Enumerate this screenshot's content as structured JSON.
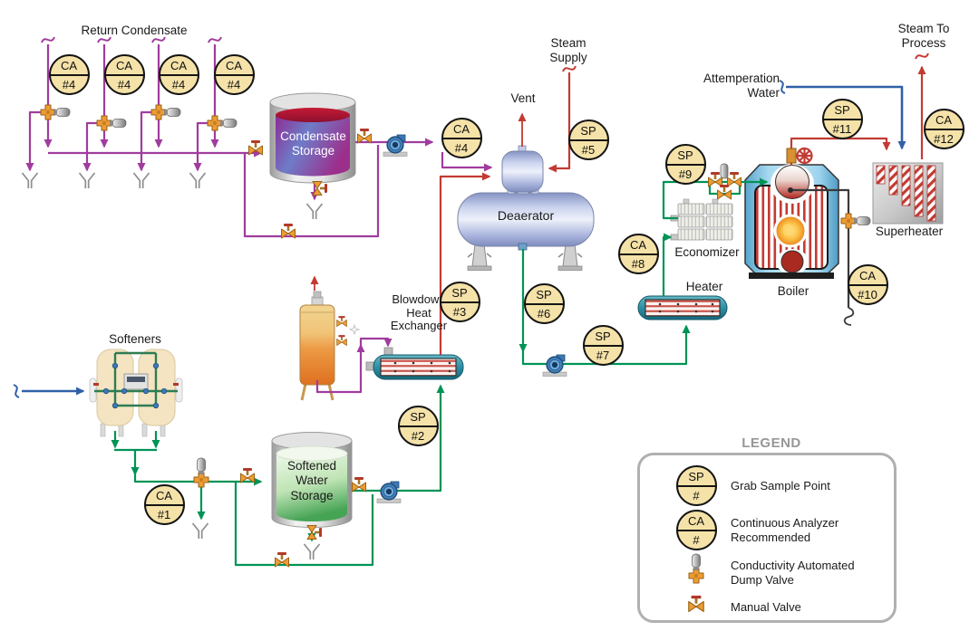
{
  "labels": {
    "return_condensate": "Return Condensate",
    "condensate_storage": "Condensate\nStorage",
    "vent": "Vent",
    "steam_supply": "Steam\nSupply",
    "deaerator": "Deaerator",
    "attemperation_water": "Attemperation\nWater",
    "steam_to_process": "Steam To\nProcess",
    "superheater": "Superheater",
    "boiler": "Boiler",
    "economizer": "Economizer",
    "heater": "Heater",
    "blowdown_hx": "Blowdown\nHeat\nExchanger",
    "softeners": "Softeners",
    "softened_water_storage": "Softened\nWater\nStorage"
  },
  "tags": {
    "ca4_1": {
      "code": "CA",
      "num": "#4"
    },
    "ca4_2": {
      "code": "CA",
      "num": "#4"
    },
    "ca4_3": {
      "code": "CA",
      "num": "#4"
    },
    "ca4_4": {
      "code": "CA",
      "num": "#4"
    },
    "ca4_main": {
      "code": "CA",
      "num": "#4"
    },
    "sp5": {
      "code": "SP",
      "num": "#5"
    },
    "sp9": {
      "code": "SP",
      "num": "#9"
    },
    "sp11": {
      "code": "SP",
      "num": "#11"
    },
    "ca12": {
      "code": "CA",
      "num": "#12"
    },
    "ca10": {
      "code": "CA",
      "num": "#10"
    },
    "ca8": {
      "code": "CA",
      "num": "#8"
    },
    "sp3": {
      "code": "SP",
      "num": "#3"
    },
    "sp6": {
      "code": "SP",
      "num": "#6"
    },
    "sp7": {
      "code": "SP",
      "num": "#7"
    },
    "sp2": {
      "code": "SP",
      "num": "#2"
    },
    "ca1": {
      "code": "CA",
      "num": "#1"
    }
  },
  "legend": {
    "title": "LEGEND",
    "sp_symbol": {
      "code": "SP",
      "num": "#"
    },
    "ca_symbol": {
      "code": "CA",
      "num": "#"
    },
    "items": {
      "grab_sample": "Grab Sample Point",
      "continuous_analyzer": "Continuous Analyzer\nRecommended",
      "dump_valve": "Conductivity Automated\nDump Valve",
      "manual_valve": "Manual Valve"
    }
  },
  "colors": {
    "condensate_line": "#A03C9E",
    "steam_line": "#C23B33",
    "water_line": "#009355",
    "raw_water_line": "#3060A8",
    "blowdown_line": "#3A3A3A",
    "tag_fill": "#F5E2A8"
  }
}
